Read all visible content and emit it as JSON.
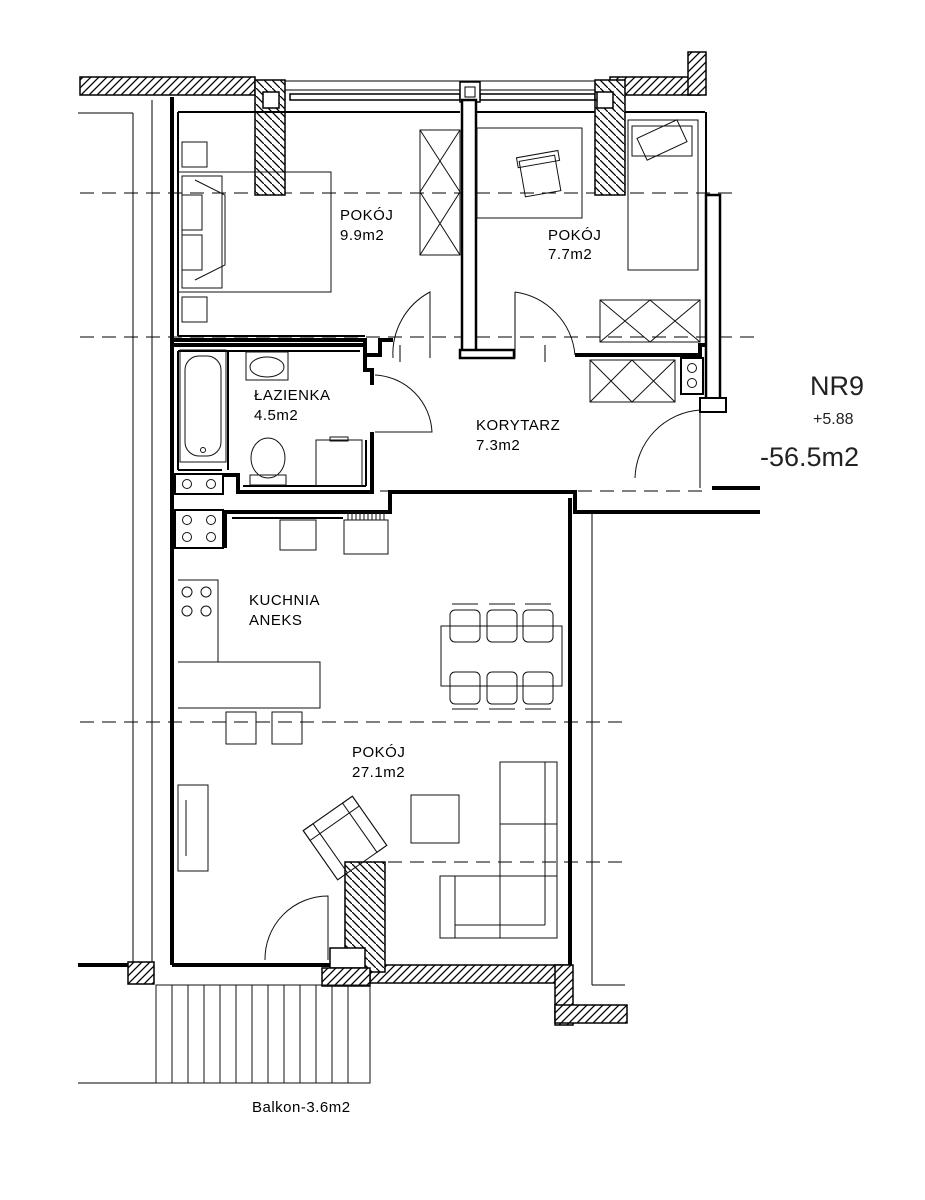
{
  "rooms": {
    "bedroom1": {
      "name": "POKÓJ",
      "area": "9.9m2"
    },
    "bedroom2": {
      "name": "POKÓJ",
      "area": "7.7m2"
    },
    "bathroom": {
      "name": "ŁAZIENKA",
      "area": "4.5m2"
    },
    "corridor": {
      "name": "KORYTARZ",
      "area": "7.3m2"
    },
    "kitchen": {
      "name": "KUCHNIA",
      "sub": "ANEKS"
    },
    "living": {
      "name": "POKÓJ",
      "area": "27.1m2"
    }
  },
  "apartment": {
    "number": "NR9",
    "level": "+5.88",
    "total_area": "-56.5m2"
  },
  "balcony": {
    "label": "Balkon-3.6m2"
  }
}
